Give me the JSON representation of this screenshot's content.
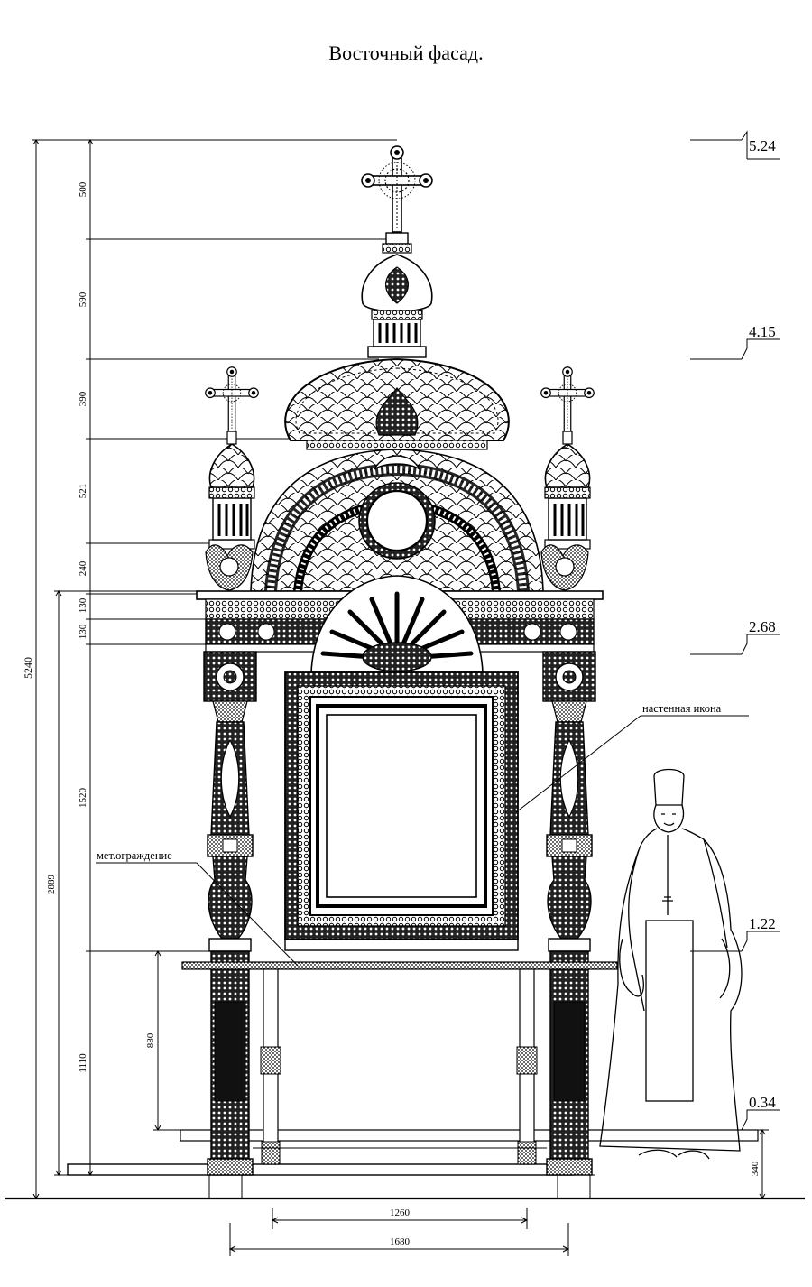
{
  "title": "Восточный фасад.",
  "vertical_dimensions_left": [
    "500",
    "590",
    "390",
    "521",
    "240",
    "130",
    "130",
    "1520",
    "1110"
  ],
  "overall_height": "5240",
  "canopy_height": "2889",
  "railing_height": "880",
  "plinth_height": "340",
  "horizontal_dimensions": [
    "1260",
    "1680"
  ],
  "level_marks": [
    "5.24",
    "4.15",
    "2.68",
    "1.22",
    "0.34"
  ],
  "annotations": {
    "icon": "настенная икона",
    "railing": "мет.ограждение"
  },
  "icons": [
    "cross-icon",
    "onion-dome-icon",
    "cherub-icon",
    "priest-figure-icon"
  ]
}
